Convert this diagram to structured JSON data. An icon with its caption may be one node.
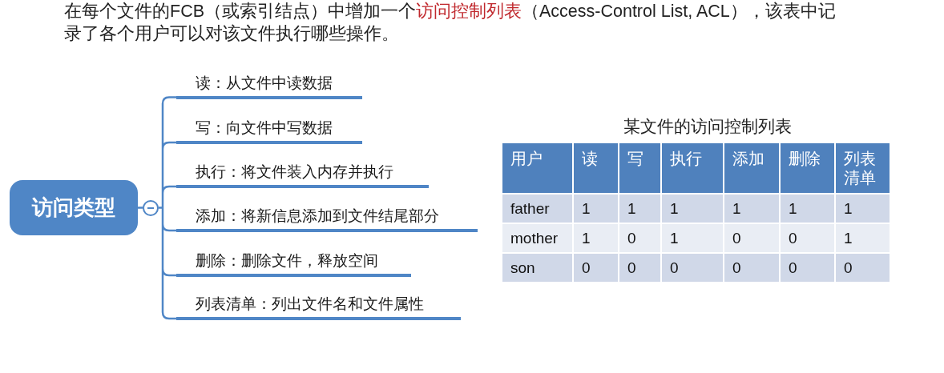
{
  "diagram": {
    "title": "在每个文件的FCB（或索引结点）中增加一个**访问控制列表**（Access-Control List, ACL），该表中记录了各个用户可以对该文件执行哪些操作。",
    "nodes": [
      {
        "text": [
          "访问类型"
        ]
      },
      {
        "text": [],
        "shape": "circle"
      },
      {
        "text": [
          "读：从文件中读数据"
        ]
      },
      {
        "text": [
          "写：向文件中写数据"
        ]
      },
      {
        "text": [
          "执行：将文件装入内存并执行"
        ]
      },
      {
        "text": [
          "添加：将新信息添加到文件结尾部分"
        ]
      },
      {
        "text": [
          "删除：删除文件，释放空间"
        ]
      },
      {
        "text": [
          "列表清单：列出文件名和文件属性"
        ]
      }
    ],
    "edges": [
      {
        "from": 0,
        "to": 1,
        "arrow": "none"
      },
      {
        "from": 1,
        "to": 2,
        "arrow": "none"
      },
      {
        "from": 1,
        "to": 3,
        "arrow": "none"
      },
      {
        "from": 1,
        "to": 4,
        "arrow": "none"
      },
      {
        "from": 1,
        "to": 5,
        "arrow": "none"
      },
      {
        "from": 1,
        "to": 6,
        "arrow": "none"
      },
      {
        "from": 1,
        "to": 7,
        "arrow": "none"
      }
    ],
    "labels": [
      "某文件的访问控制列表",
      "用户",
      "读",
      "写",
      "执行",
      "添加",
      "删除",
      "列表清单",
      "father",
      "1",
      "1",
      "1",
      "1",
      "1",
      "1",
      "mother",
      "1",
      "0",
      "1",
      "0",
      "0",
      "1",
      "son",
      "0",
      "0",
      "0",
      "0",
      "0",
      "0"
    ]
  }
}
